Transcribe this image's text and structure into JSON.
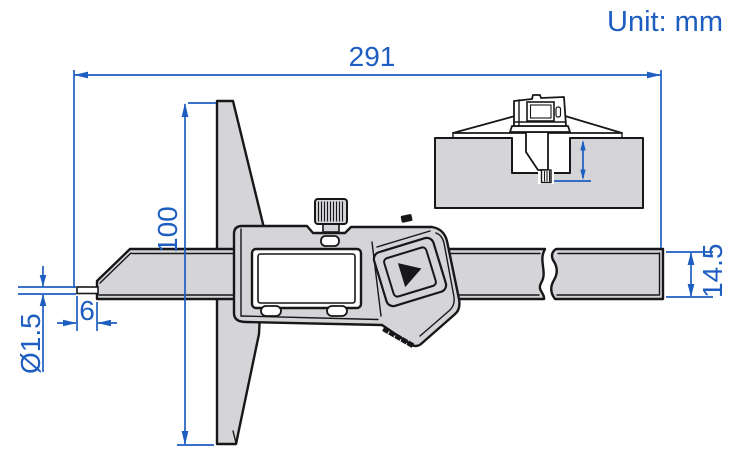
{
  "unit_note": "Unit: mm",
  "dimensions": {
    "overall_length": "291",
    "base_height": "100",
    "beam_width": "14.5",
    "rod_length": "6",
    "rod_diameter": "Ø1.5"
  },
  "colors": {
    "dimension_blue": "#1d5ec0",
    "outline_ink": "#17171a",
    "metal_gray": "#d5d5d7",
    "background": "#ffffff"
  }
}
